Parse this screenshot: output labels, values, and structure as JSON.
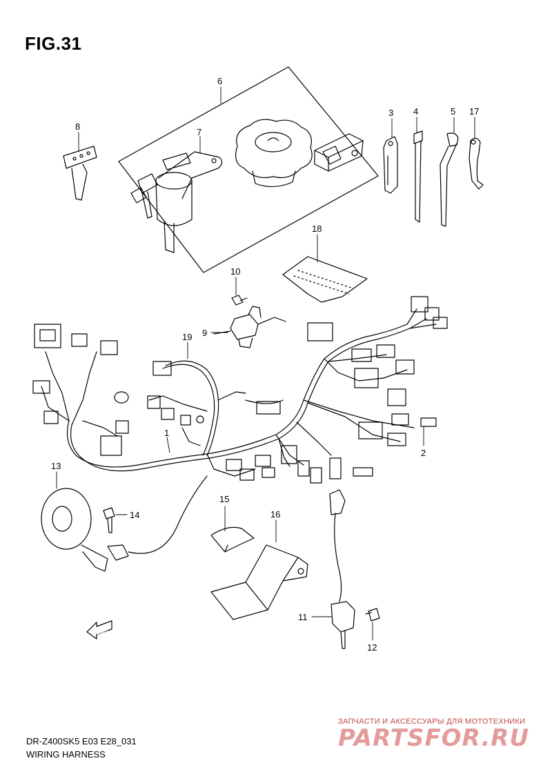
{
  "figure": {
    "title": "FIG.31",
    "model_code": "DR-Z400SK5 E03 E28_031",
    "section_name": "WIRING HARNESS",
    "direction_label": "FWD"
  },
  "callouts": {
    "c1": "1",
    "c2": "2",
    "c3": "3",
    "c4": "4",
    "c5": "5",
    "c6": "6",
    "c7": "7",
    "c8": "8",
    "c9": "9",
    "c10": "10",
    "c11": "11",
    "c12": "12",
    "c13": "13",
    "c14": "14",
    "c15": "15",
    "c16": "16",
    "c17": "17",
    "c18": "18",
    "c19": "19"
  },
  "watermark": {
    "tagline": "ЗАПЧАСТИ И АКСЕССУАРЫ ДЛЯ МОТОТЕХНИКИ",
    "logo": "PARTSFOR.RU"
  }
}
